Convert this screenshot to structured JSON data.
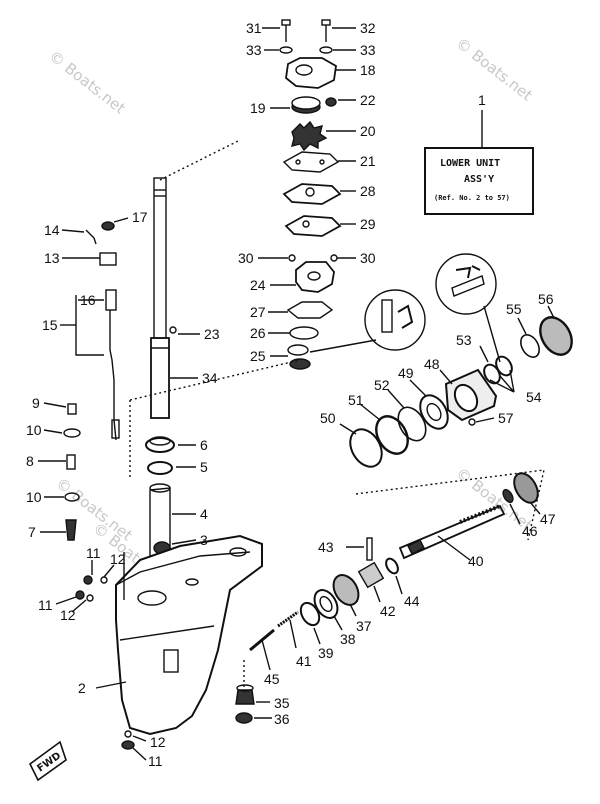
{
  "watermarks": [
    "© Boats.net",
    "© Boats.net",
    "© Boats.net",
    "© Boats.net",
    "© Boats.net"
  ],
  "assembly_box": {
    "number": "1",
    "line1": "LOWER UNIT",
    "line2": "ASS'Y",
    "line3": "(Ref. No. 2 to 57)"
  },
  "fwd_label": "FWD",
  "part_labels": [
    "31",
    "32",
    "33",
    "33",
    "18",
    "19",
    "22",
    "20",
    "21",
    "28",
    "29",
    "30",
    "30",
    "24",
    "27",
    "26",
    "25",
    "23",
    "34",
    "17",
    "14",
    "13",
    "16",
    "15",
    "9",
    "10",
    "8",
    "10",
    "7",
    "6",
    "5",
    "4",
    "3",
    "11",
    "12",
    "11",
    "12",
    "2",
    "12",
    "11",
    "43",
    "40",
    "44",
    "42",
    "37",
    "38",
    "39",
    "41",
    "45",
    "35",
    "36",
    "46",
    "47",
    "50",
    "51",
    "52",
    "49",
    "48",
    "53",
    "55",
    "56",
    "54",
    "57"
  ]
}
